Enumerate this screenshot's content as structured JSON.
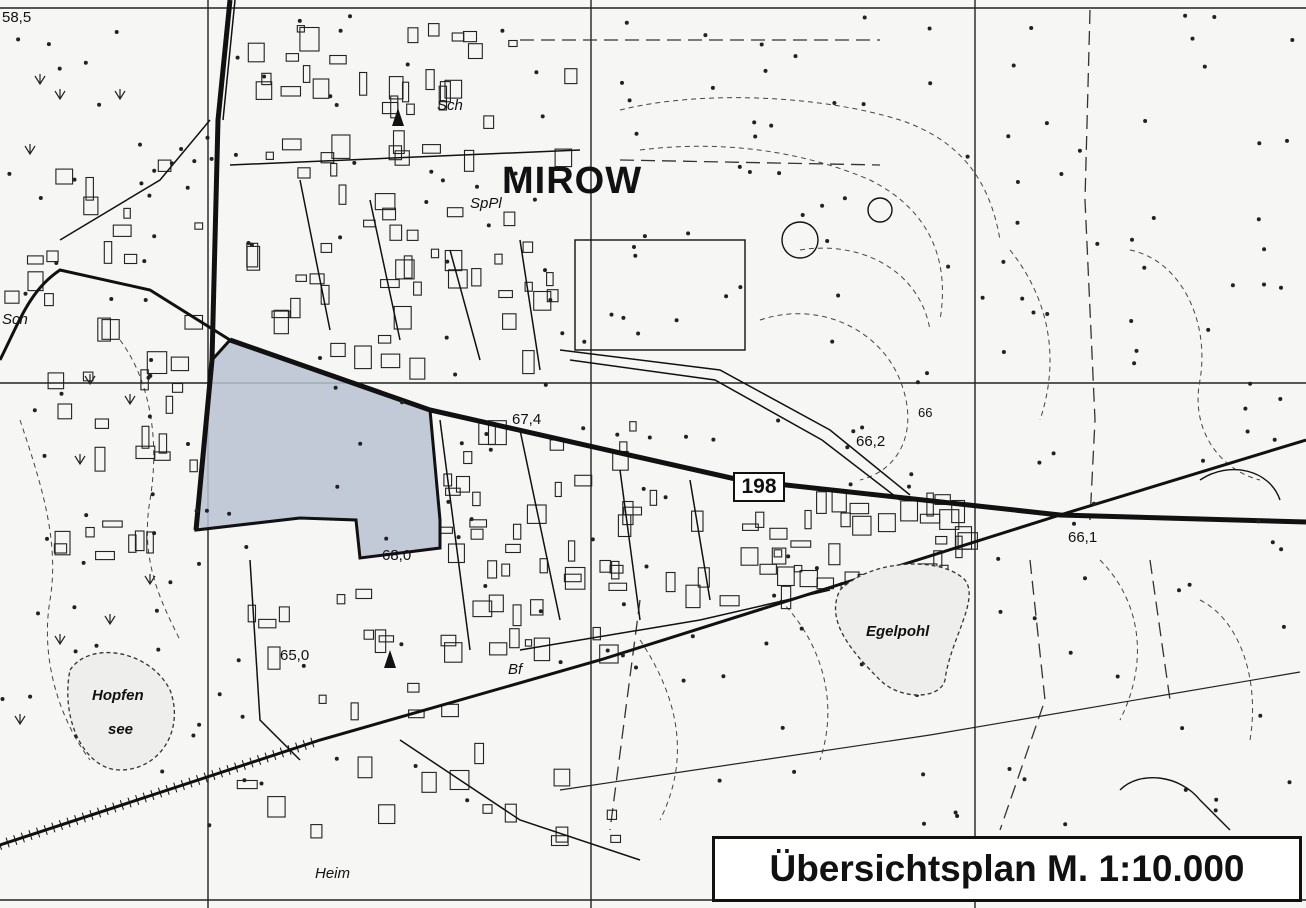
{
  "map": {
    "town_name": "MIROW",
    "route_number": "198",
    "title": "Übersichtsplan M. 1:10.000",
    "place_labels": {
      "school_north": "Sch",
      "school_west": "Sch",
      "sports_ground": "SpPl",
      "station": "Bf",
      "home": "Heim"
    },
    "lakes": {
      "hopfensee_line1": "Hopfen",
      "hopfensee_line2": "see",
      "egelpohl": "Egelpohl"
    },
    "elevations": {
      "nw": "58,5",
      "road_center": "67,4",
      "road_east": "66,2",
      "junction": "66,1",
      "contour": "66",
      "parcel_south": "68,0",
      "southwest": "65,0"
    },
    "colors": {
      "ink": "#111111",
      "paper": "#f6f6f4",
      "highlighted_parcel": "#b9c2d2"
    }
  }
}
